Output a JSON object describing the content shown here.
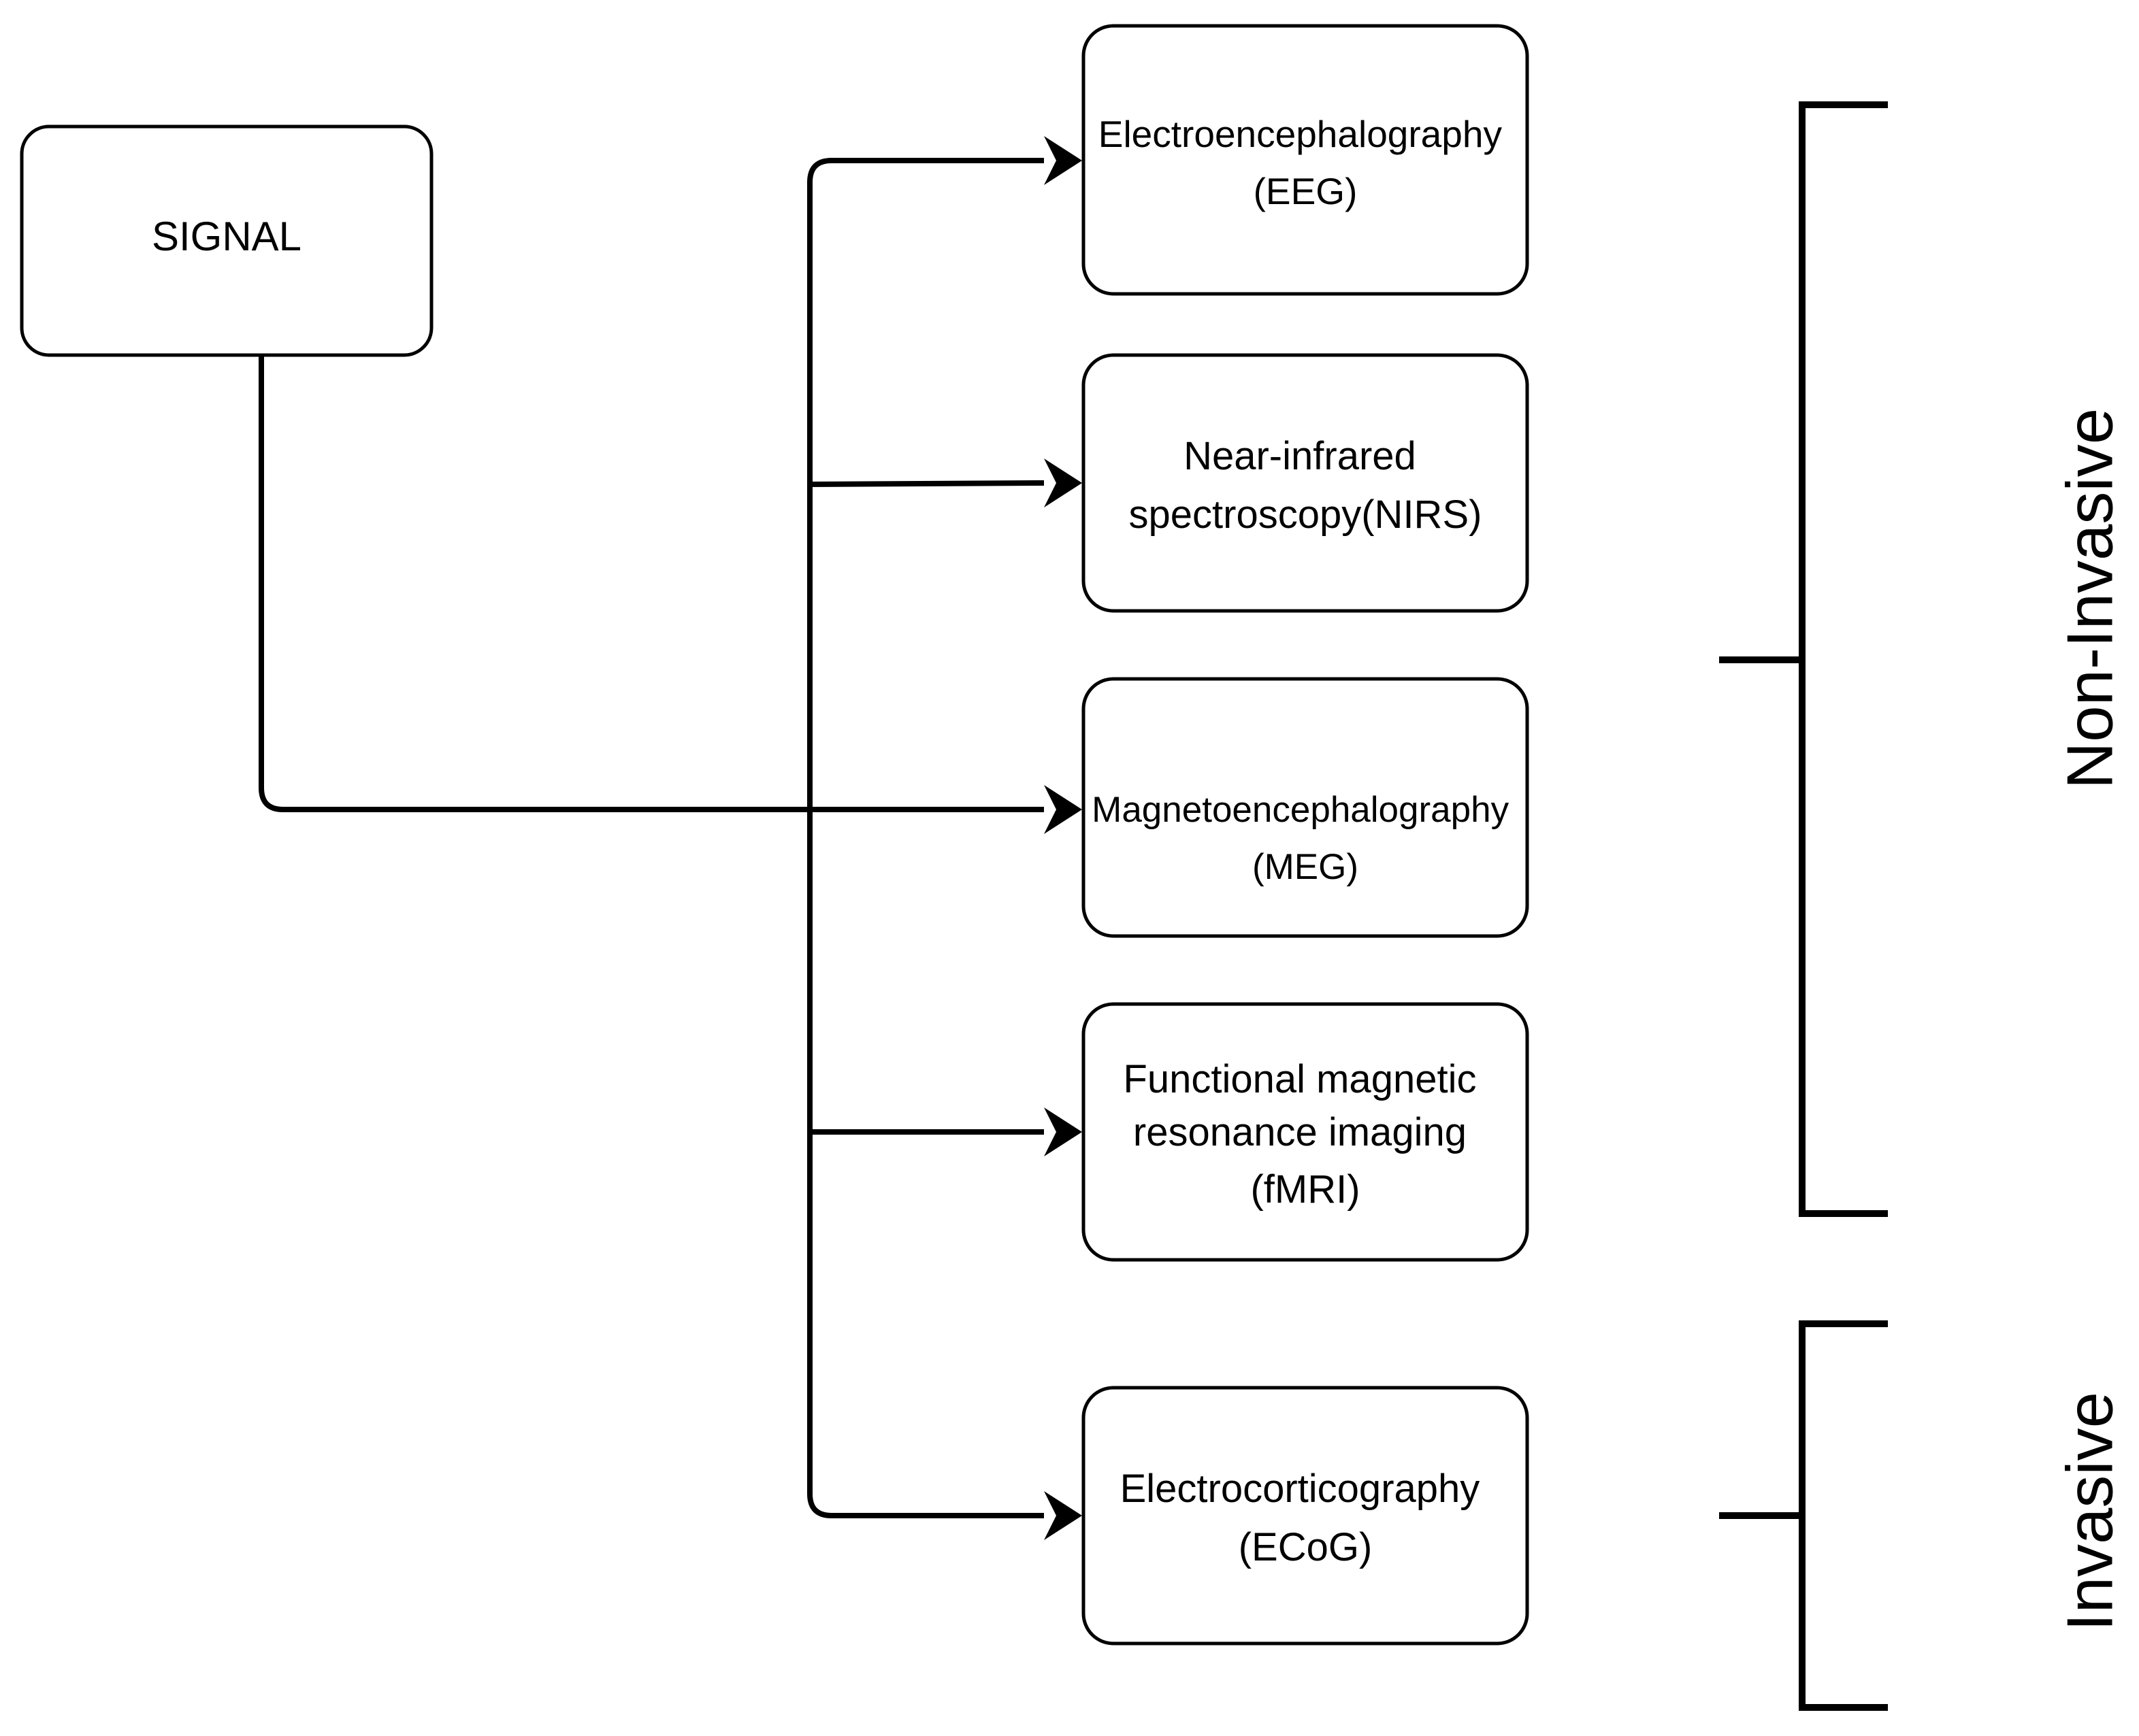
{
  "diagram": {
    "type": "flowchart",
    "colors": {
      "background": "#ffffff",
      "stroke": "#000000",
      "text": "#000000"
    },
    "source": {
      "id": "signal",
      "label": "SIGNAL"
    },
    "nodes": [
      {
        "id": "eeg",
        "lines": [
          "Electroencephalography",
          "(EEG)"
        ]
      },
      {
        "id": "nirs",
        "lines": [
          "Near-infrared",
          "spectroscopy(NIRS)"
        ]
      },
      {
        "id": "meg",
        "lines": [
          "Magnetoencephalography",
          "(MEG)"
        ]
      },
      {
        "id": "fmri",
        "lines": [
          "Functional magnetic",
          "resonance imaging",
          "(fMRI)"
        ]
      },
      {
        "id": "ecog",
        "lines": [
          "Electrocorticography",
          "(ECoG)"
        ]
      }
    ],
    "edges": [
      {
        "from": "signal",
        "to": "eeg"
      },
      {
        "from": "signal",
        "to": "nirs"
      },
      {
        "from": "signal",
        "to": "meg"
      },
      {
        "from": "signal",
        "to": "fmri"
      },
      {
        "from": "signal",
        "to": "ecog"
      }
    ],
    "groups": [
      {
        "id": "non-invasive",
        "label": "Non-Invasive",
        "members": [
          "eeg",
          "nirs",
          "meg",
          "fmri"
        ]
      },
      {
        "id": "invasive",
        "label": "Invasive",
        "members": [
          "ecog"
        ]
      }
    ]
  }
}
